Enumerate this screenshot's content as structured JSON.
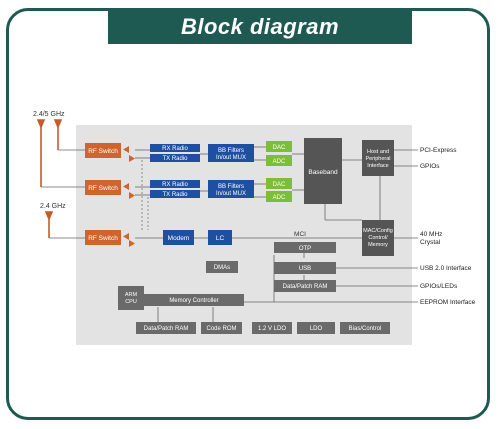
{
  "title": "Block diagram",
  "antenna_labels": {
    "top": "2.4/5 GHz",
    "bottom": "2.4 GHz"
  },
  "rf_switches": [
    "RF Switch",
    "RF Switch",
    "RF Switch"
  ],
  "radio_rows": [
    {
      "rx": "RX Radio",
      "tx": "TX Radio",
      "bb": "BB Filters",
      "mux": "In/out MUX",
      "dac": "DAC",
      "adc": "ADC"
    },
    {
      "rx": "RX Radio",
      "tx": "TX Radio",
      "bb": "BB Filters",
      "mux": "In/out MUX",
      "dac": "DAC",
      "adc": "ADC"
    }
  ],
  "baseband": "Baseband",
  "host_interface": {
    "line1": "Host and",
    "line2": "Peripheral",
    "line3": "Interface"
  },
  "mac_memory": {
    "line1": "MAC/Config",
    "line2": "Control/",
    "line3": "Memory"
  },
  "modem": "Modem",
  "lc": "LC",
  "mci": "MCI",
  "otp": "OTP",
  "usb": "USB",
  "dmas": "DMAs",
  "data_patch_ram_right": "Data/Patch RAM",
  "cpu": {
    "line1": "ARM",
    "line2": "CPU"
  },
  "memory_controller": "Memory Controller",
  "bottom_blocks": [
    "Data/Patch RAM",
    "Code ROM",
    "1.2 V LDO",
    "LDO",
    "Bias/Control"
  ],
  "external_labels": [
    "PCI-Express",
    "GPIOs",
    "40 MHz",
    "Crystal",
    "USB 2.0 Interface",
    "GPIOs/LEDs",
    "EEPROM Interface"
  ]
}
